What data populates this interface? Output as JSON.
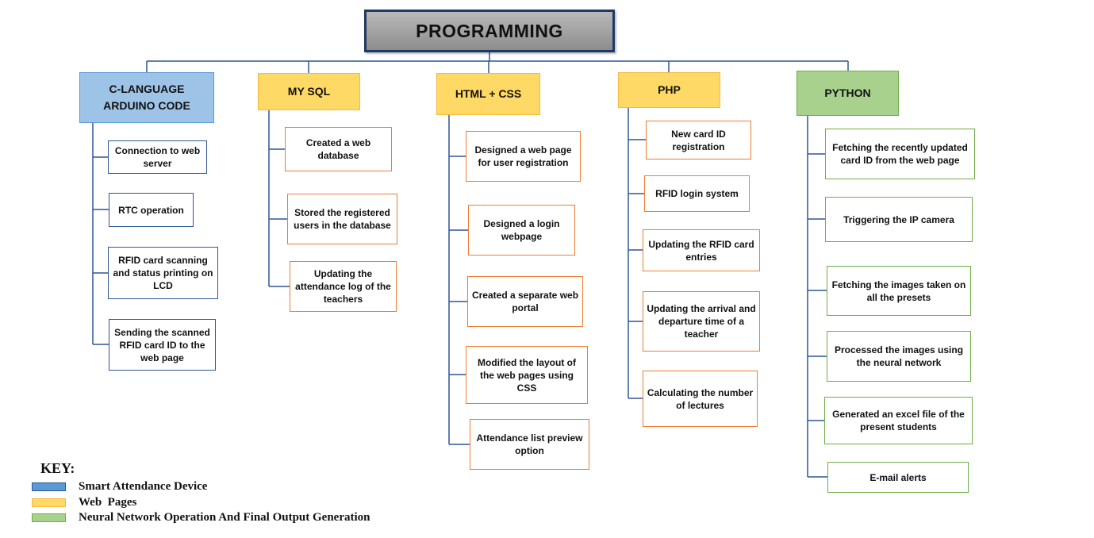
{
  "root": {
    "label": "PROGRAMMING"
  },
  "categories": [
    {
      "label": "C-LANGUAGE\nARDUINO CODE",
      "color": "#9dc3e6",
      "items": [
        "Connection to web server",
        "RTC operation",
        "RFID card scanning and status printing on LCD",
        "Sending the scanned RFID card ID to the web page"
      ]
    },
    {
      "label": "MY SQL",
      "color": "#ffd966",
      "items": [
        "Created a web database",
        "Stored the registered users in the database",
        "Updating the attendance log of the teachers"
      ]
    },
    {
      "label": "HTML + CSS",
      "color": "#ffd966",
      "items": [
        "Designed a web page for user registration",
        "Designed a login webpage",
        "Created a separate web portal",
        "Modified the layout of the web pages using CSS",
        "Attendance list preview option"
      ]
    },
    {
      "label": "PHP",
      "color": "#ffd966",
      "items": [
        "New card ID registration",
        "RFID login system",
        "Updating the RFID card entries",
        "Updating the arrival and departure time of a teacher",
        "Calculating the number of lectures"
      ]
    },
    {
      "label": "PYTHON",
      "color": "#a9d18e",
      "items": [
        "Fetching the recently updated card ID from the web page",
        "Triggering the IP camera",
        "Fetching the images taken on all the presets",
        "Processed the images using the neural network",
        "Generated an excel file of the present students",
        "E-mail alerts"
      ]
    }
  ],
  "key": {
    "title": "KEY:",
    "entries": [
      {
        "label": "Smart Attendance Device",
        "color": "#5b9bd5"
      },
      {
        "label": "Web  Pages",
        "color": "#ffd966"
      },
      {
        "label": "Neural Network Operation And Final Output Generation",
        "color": "#a9d18e"
      }
    ]
  }
}
